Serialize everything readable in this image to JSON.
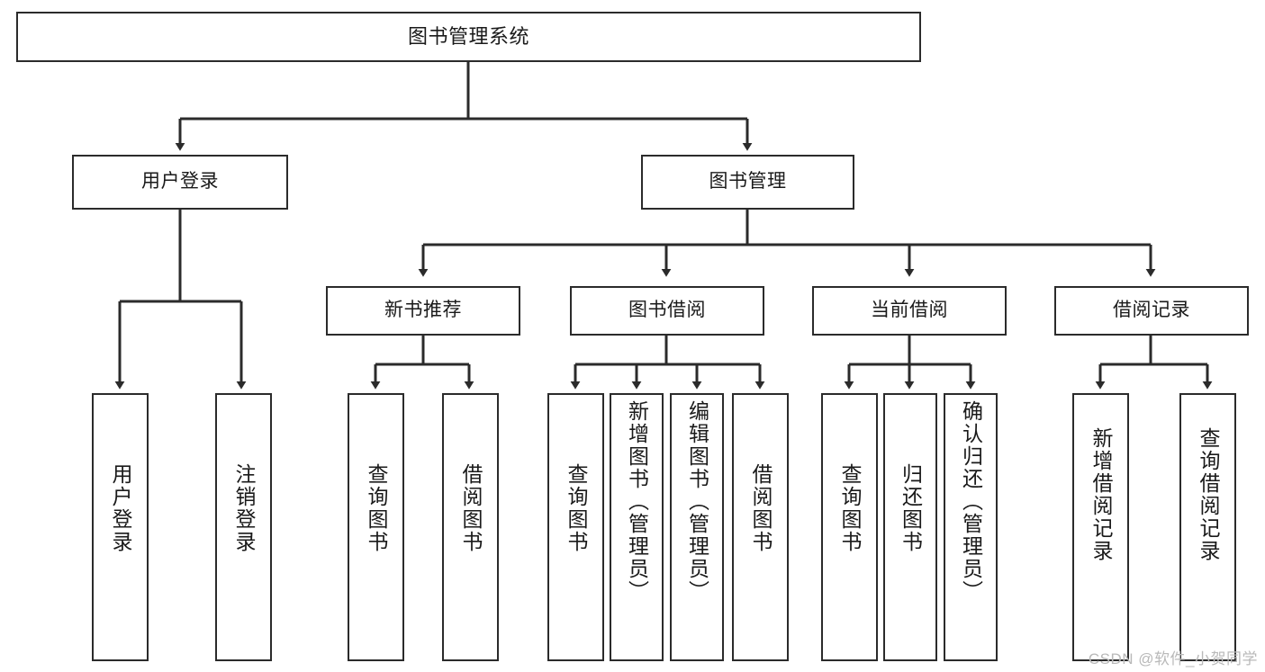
{
  "diagram": {
    "type": "tree-hierarchy",
    "title": "图书管理系统",
    "watermark": "CSDN @软件_小贺同学",
    "colors": {
      "stroke": "#2b2b2b",
      "fill": "#ffffff",
      "text": "#1a1a1a",
      "watermark": "#b9b9b9"
    },
    "nodes": {
      "root": {
        "label": "图书管理系统"
      },
      "level1": [
        {
          "id": "user-login",
          "label": "用户登录"
        },
        {
          "id": "book-manage",
          "label": "图书管理"
        }
      ],
      "level2": [
        {
          "id": "new-book-rec",
          "label": "新书推荐"
        },
        {
          "id": "book-borrow",
          "label": "图书借阅"
        },
        {
          "id": "current-borrow",
          "label": "当前借阅"
        },
        {
          "id": "borrow-record",
          "label": "借阅记录"
        }
      ],
      "leaves": {
        "user-login": [
          {
            "id": "leaf-user-login",
            "label": "用户登录"
          },
          {
            "id": "leaf-logout",
            "label": "注销登录"
          }
        ],
        "new-book-rec": [
          {
            "id": "leaf-query-book-1",
            "label": "查询图书"
          },
          {
            "id": "leaf-borrow-book-1",
            "label": "借阅图书"
          }
        ],
        "book-borrow": [
          {
            "id": "leaf-query-book-2",
            "label": "查询图书"
          },
          {
            "id": "leaf-add-book",
            "label": "新增图书（管理员）"
          },
          {
            "id": "leaf-edit-book",
            "label": "编辑图书（管理员）"
          },
          {
            "id": "leaf-borrow-book-2",
            "label": "借阅图书"
          }
        ],
        "current-borrow": [
          {
            "id": "leaf-query-book-3",
            "label": "查询图书"
          },
          {
            "id": "leaf-return-book",
            "label": "归还图书"
          },
          {
            "id": "leaf-confirm-return",
            "label": "确认归还（管理员）"
          }
        ],
        "borrow-record": [
          {
            "id": "leaf-add-record",
            "label": "新增借阅记录"
          },
          {
            "id": "leaf-query-record",
            "label": "查询借阅记录"
          }
        ]
      }
    }
  }
}
